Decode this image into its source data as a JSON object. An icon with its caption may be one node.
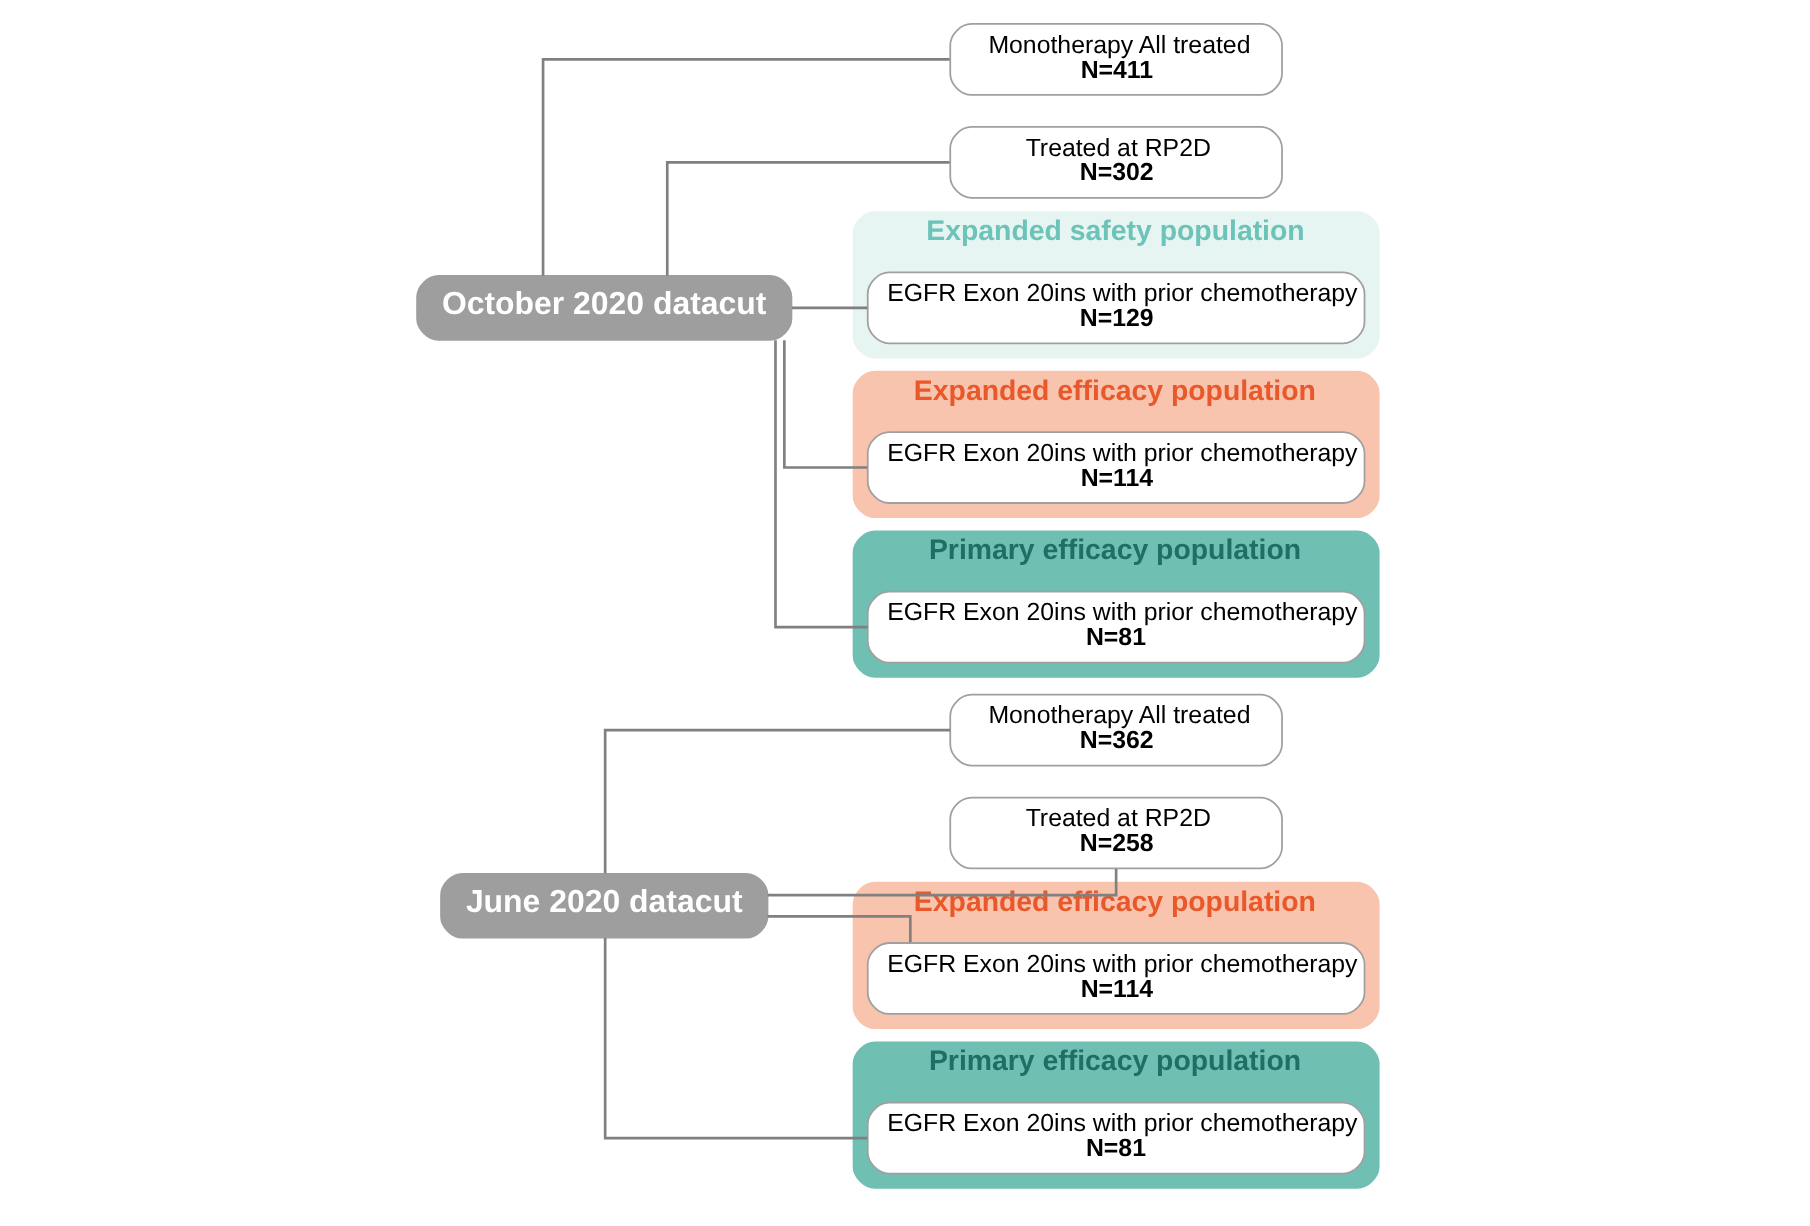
{
  "diagram": {
    "nodes": [
      {
        "text": [
          "June 2020 datacut"
        ]
      },
      {
        "text": [
          "Monotherapy All treated",
          "N=362"
        ]
      },
      {
        "text": [
          "Treated at RP2D",
          "N=258"
        ]
      },
      {
        "text": [
          "Expanded efficacy population"
        ]
      },
      {
        "text": [
          "EGFR Exon 20ins with prior chemotherapy",
          "N=114"
        ],
        "in": 3
      },
      {
        "text": [
          "Primary efficacy population"
        ]
      },
      {
        "text": [
          "EGFR Exon 20ins with prior chemotherapy",
          "N=81"
        ],
        "in": 5
      },
      {
        "text": [
          "October 2020 datacut"
        ]
      },
      {
        "text": [
          "Monotherapy All treated",
          "N=411"
        ]
      },
      {
        "text": [
          "Treated at RP2D",
          "N=302"
        ]
      },
      {
        "text": [
          "Expanded safety population"
        ]
      },
      {
        "text": [
          "EGFR Exon 20ins with prior chemotherapy",
          "N=129"
        ],
        "in": 10
      },
      {
        "text": [
          "Expanded efficacy population"
        ]
      },
      {
        "text": [
          "EGFR Exon 20ins with prior chemotherapy",
          "N=114"
        ],
        "in": 12
      },
      {
        "text": [
          "Primary efficacy population"
        ]
      },
      {
        "text": [
          "EGFR Exon 20ins with prior chemotherapy",
          "N=81"
        ],
        "in": 14
      }
    ],
    "edges": [
      {
        "from": 0,
        "to": 1,
        "arrow": "none"
      },
      {
        "from": 0,
        "to": 2,
        "arrow": "none"
      },
      {
        "from": 0,
        "to": 4,
        "arrow": "none"
      },
      {
        "from": 0,
        "to": 6,
        "arrow": "none"
      },
      {
        "from": 7,
        "to": 8,
        "arrow": "none"
      },
      {
        "from": 7,
        "to": 9,
        "arrow": "none"
      },
      {
        "from": 7,
        "to": 11,
        "arrow": "none"
      },
      {
        "from": 7,
        "to": 13,
        "arrow": "none"
      },
      {
        "from": 7,
        "to": 15,
        "arrow": "none"
      }
    ]
  }
}
